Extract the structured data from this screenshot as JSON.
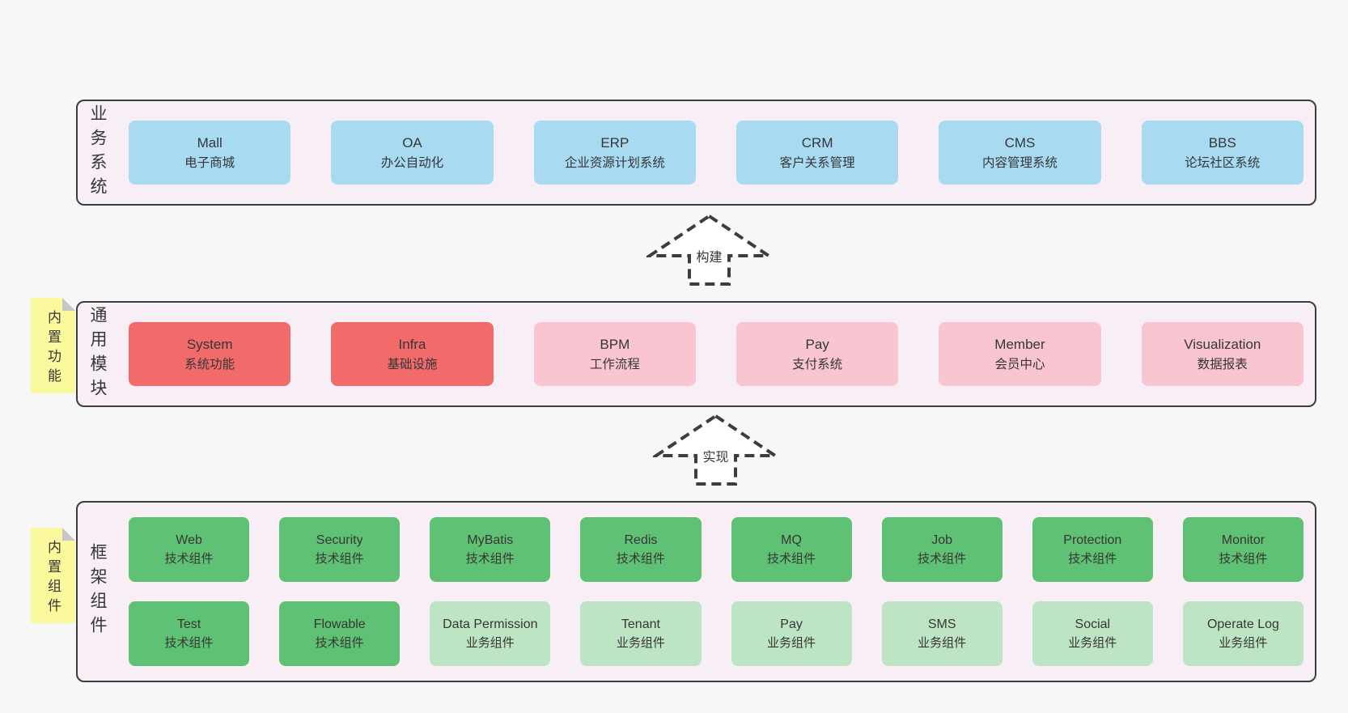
{
  "colors": {
    "page_bg": "#f7f7f7",
    "container_bg": "#f8eef6",
    "outline": "#3d3d3d",
    "text": "#363636",
    "blue": "#a8daf2",
    "red": "#f16b6b",
    "pink": "#f9c5d0",
    "green": "#5fc173",
    "lightgreen": "#bee5c3",
    "note_yellow": "#fbf99d",
    "fold": "#c6c6c6"
  },
  "arrows": [
    {
      "label": "构建"
    },
    {
      "label": "实现"
    }
  ],
  "tiers": [
    {
      "label": "业务系统",
      "boxes": [
        {
          "name": "Mall",
          "subtitle": "电子商城"
        },
        {
          "name": "OA",
          "subtitle": "办公自动化"
        },
        {
          "name": "ERP",
          "subtitle": "企业资源计划系统"
        },
        {
          "name": "CRM",
          "subtitle": "客户关系管理"
        },
        {
          "name": "CMS",
          "subtitle": "内容管理系统"
        },
        {
          "name": "BBS",
          "subtitle": "论坛社区系统"
        }
      ]
    },
    {
      "label": "通用模块",
      "note": "内置功能",
      "boxes": [
        {
          "name": "System",
          "subtitle": "系统功能"
        },
        {
          "name": "Infra",
          "subtitle": "基础设施"
        },
        {
          "name": "BPM",
          "subtitle": "工作流程"
        },
        {
          "name": "Pay",
          "subtitle": "支付系统"
        },
        {
          "name": "Member",
          "subtitle": "会员中心"
        },
        {
          "name": "Visualization",
          "subtitle": "数据报表"
        }
      ]
    },
    {
      "label": "框架组件",
      "note": "内置组件",
      "rows": [
        [
          {
            "name": "Web",
            "subtitle": "技术组件"
          },
          {
            "name": "Security",
            "subtitle": "技术组件"
          },
          {
            "name": "MyBatis",
            "subtitle": "技术组件"
          },
          {
            "name": "Redis",
            "subtitle": "技术组件"
          },
          {
            "name": "MQ",
            "subtitle": "技术组件"
          },
          {
            "name": "Job",
            "subtitle": "技术组件"
          },
          {
            "name": "Protection",
            "subtitle": "技术组件"
          },
          {
            "name": "Monitor",
            "subtitle": "技术组件"
          }
        ],
        [
          {
            "name": "Test",
            "subtitle": "技术组件"
          },
          {
            "name": "Flowable",
            "subtitle": "技术组件"
          },
          {
            "name": "Data Permission",
            "subtitle": "业务组件"
          },
          {
            "name": "Tenant",
            "subtitle": "业务组件"
          },
          {
            "name": "Pay",
            "subtitle": "业务组件"
          },
          {
            "name": "SMS",
            "subtitle": "业务组件"
          },
          {
            "name": "Social",
            "subtitle": "业务组件"
          },
          {
            "name": "Operate Log",
            "subtitle": "业务组件"
          }
        ]
      ]
    }
  ]
}
